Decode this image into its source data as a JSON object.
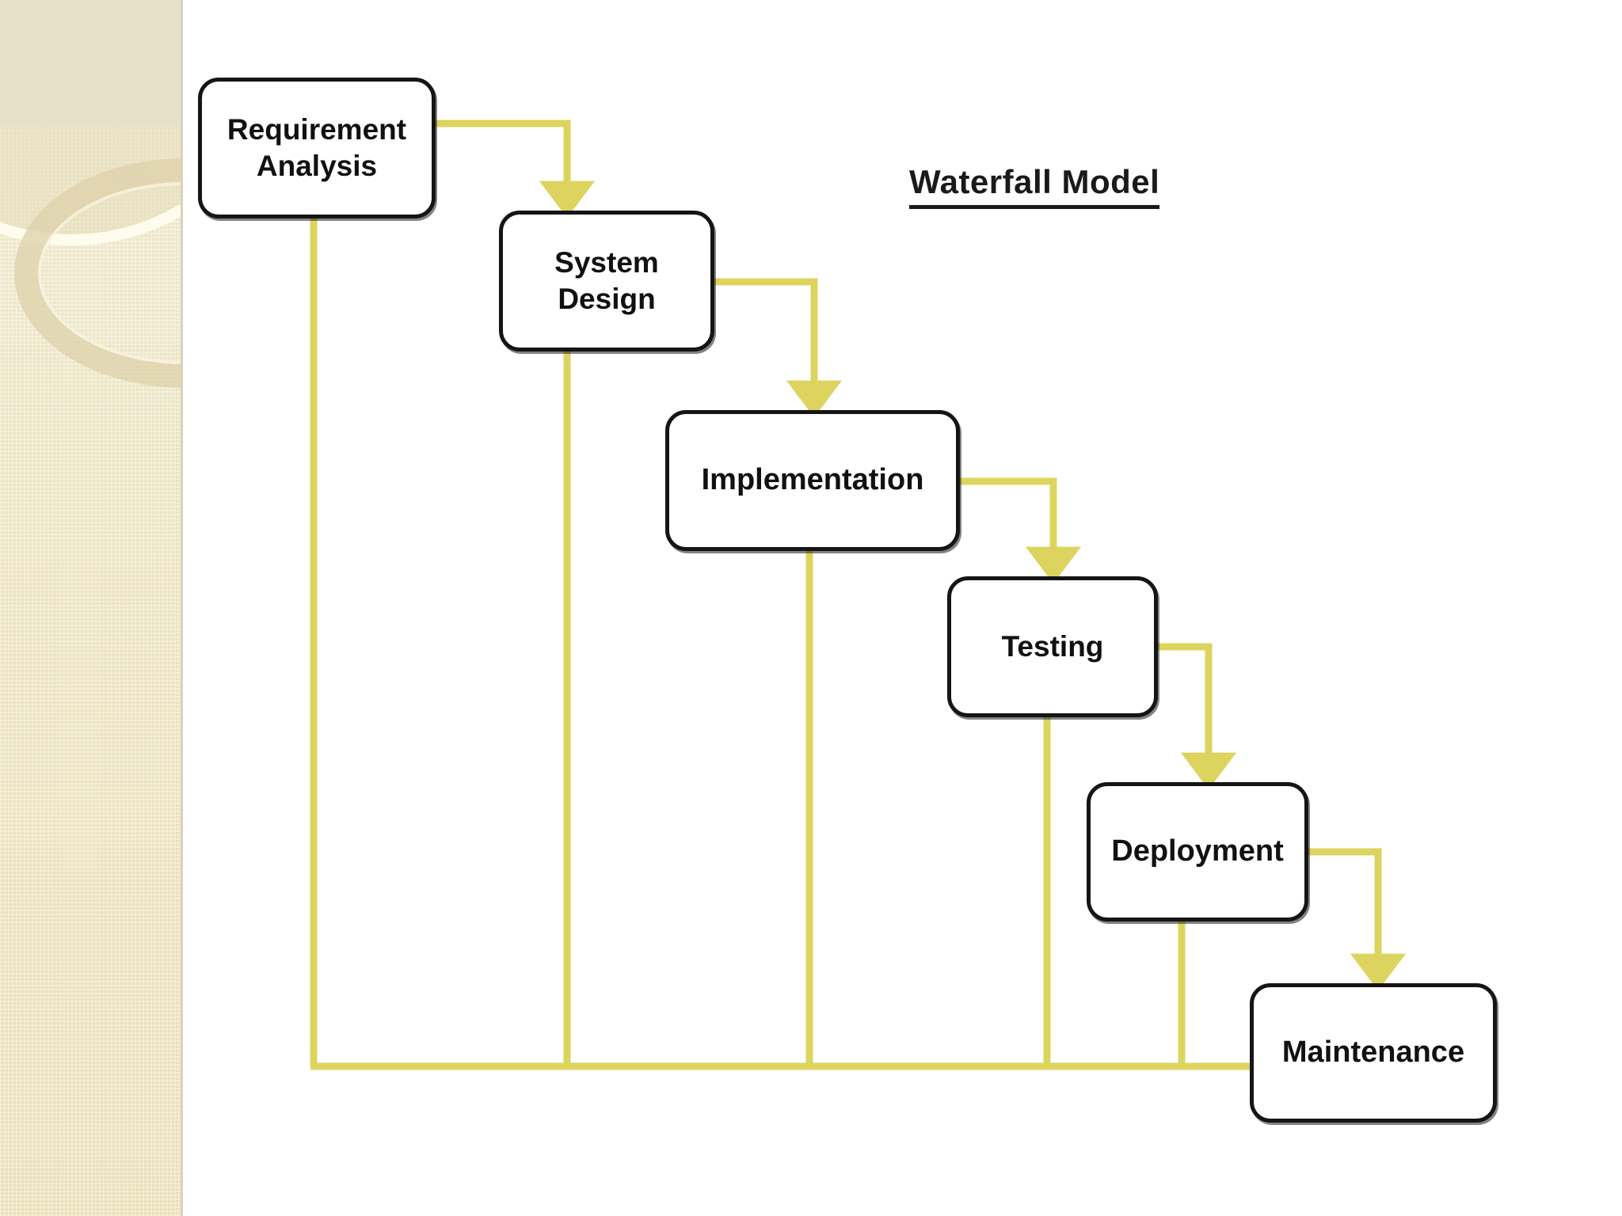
{
  "slide": {
    "title": "Waterfall Model",
    "background_color": "#ffffff",
    "sidebar_color": "#eadfb7",
    "connector_color": "#ddd45f",
    "box_border_color": "#151515"
  },
  "diagram": {
    "type": "flow",
    "phases": [
      {
        "id": "requirement-analysis",
        "label": "Requirement\nAnalysis",
        "order": 1
      },
      {
        "id": "system-design",
        "label": "System\nDesign",
        "order": 2
      },
      {
        "id": "implementation",
        "label": "Implementation",
        "order": 3
      },
      {
        "id": "testing",
        "label": "Testing",
        "order": 4
      },
      {
        "id": "deployment",
        "label": "Deployment",
        "order": 5
      },
      {
        "id": "maintenance",
        "label": "Maintenance",
        "order": 6
      }
    ],
    "forward_arrows": [
      {
        "from": "requirement-analysis",
        "to": "system-design"
      },
      {
        "from": "system-design",
        "to": "implementation"
      },
      {
        "from": "implementation",
        "to": "testing"
      },
      {
        "from": "testing",
        "to": "deployment"
      },
      {
        "from": "deployment",
        "to": "maintenance"
      }
    ],
    "feedback_bus": {
      "label": "",
      "members": [
        "requirement-analysis",
        "system-design",
        "implementation",
        "testing",
        "deployment",
        "maintenance"
      ]
    }
  }
}
